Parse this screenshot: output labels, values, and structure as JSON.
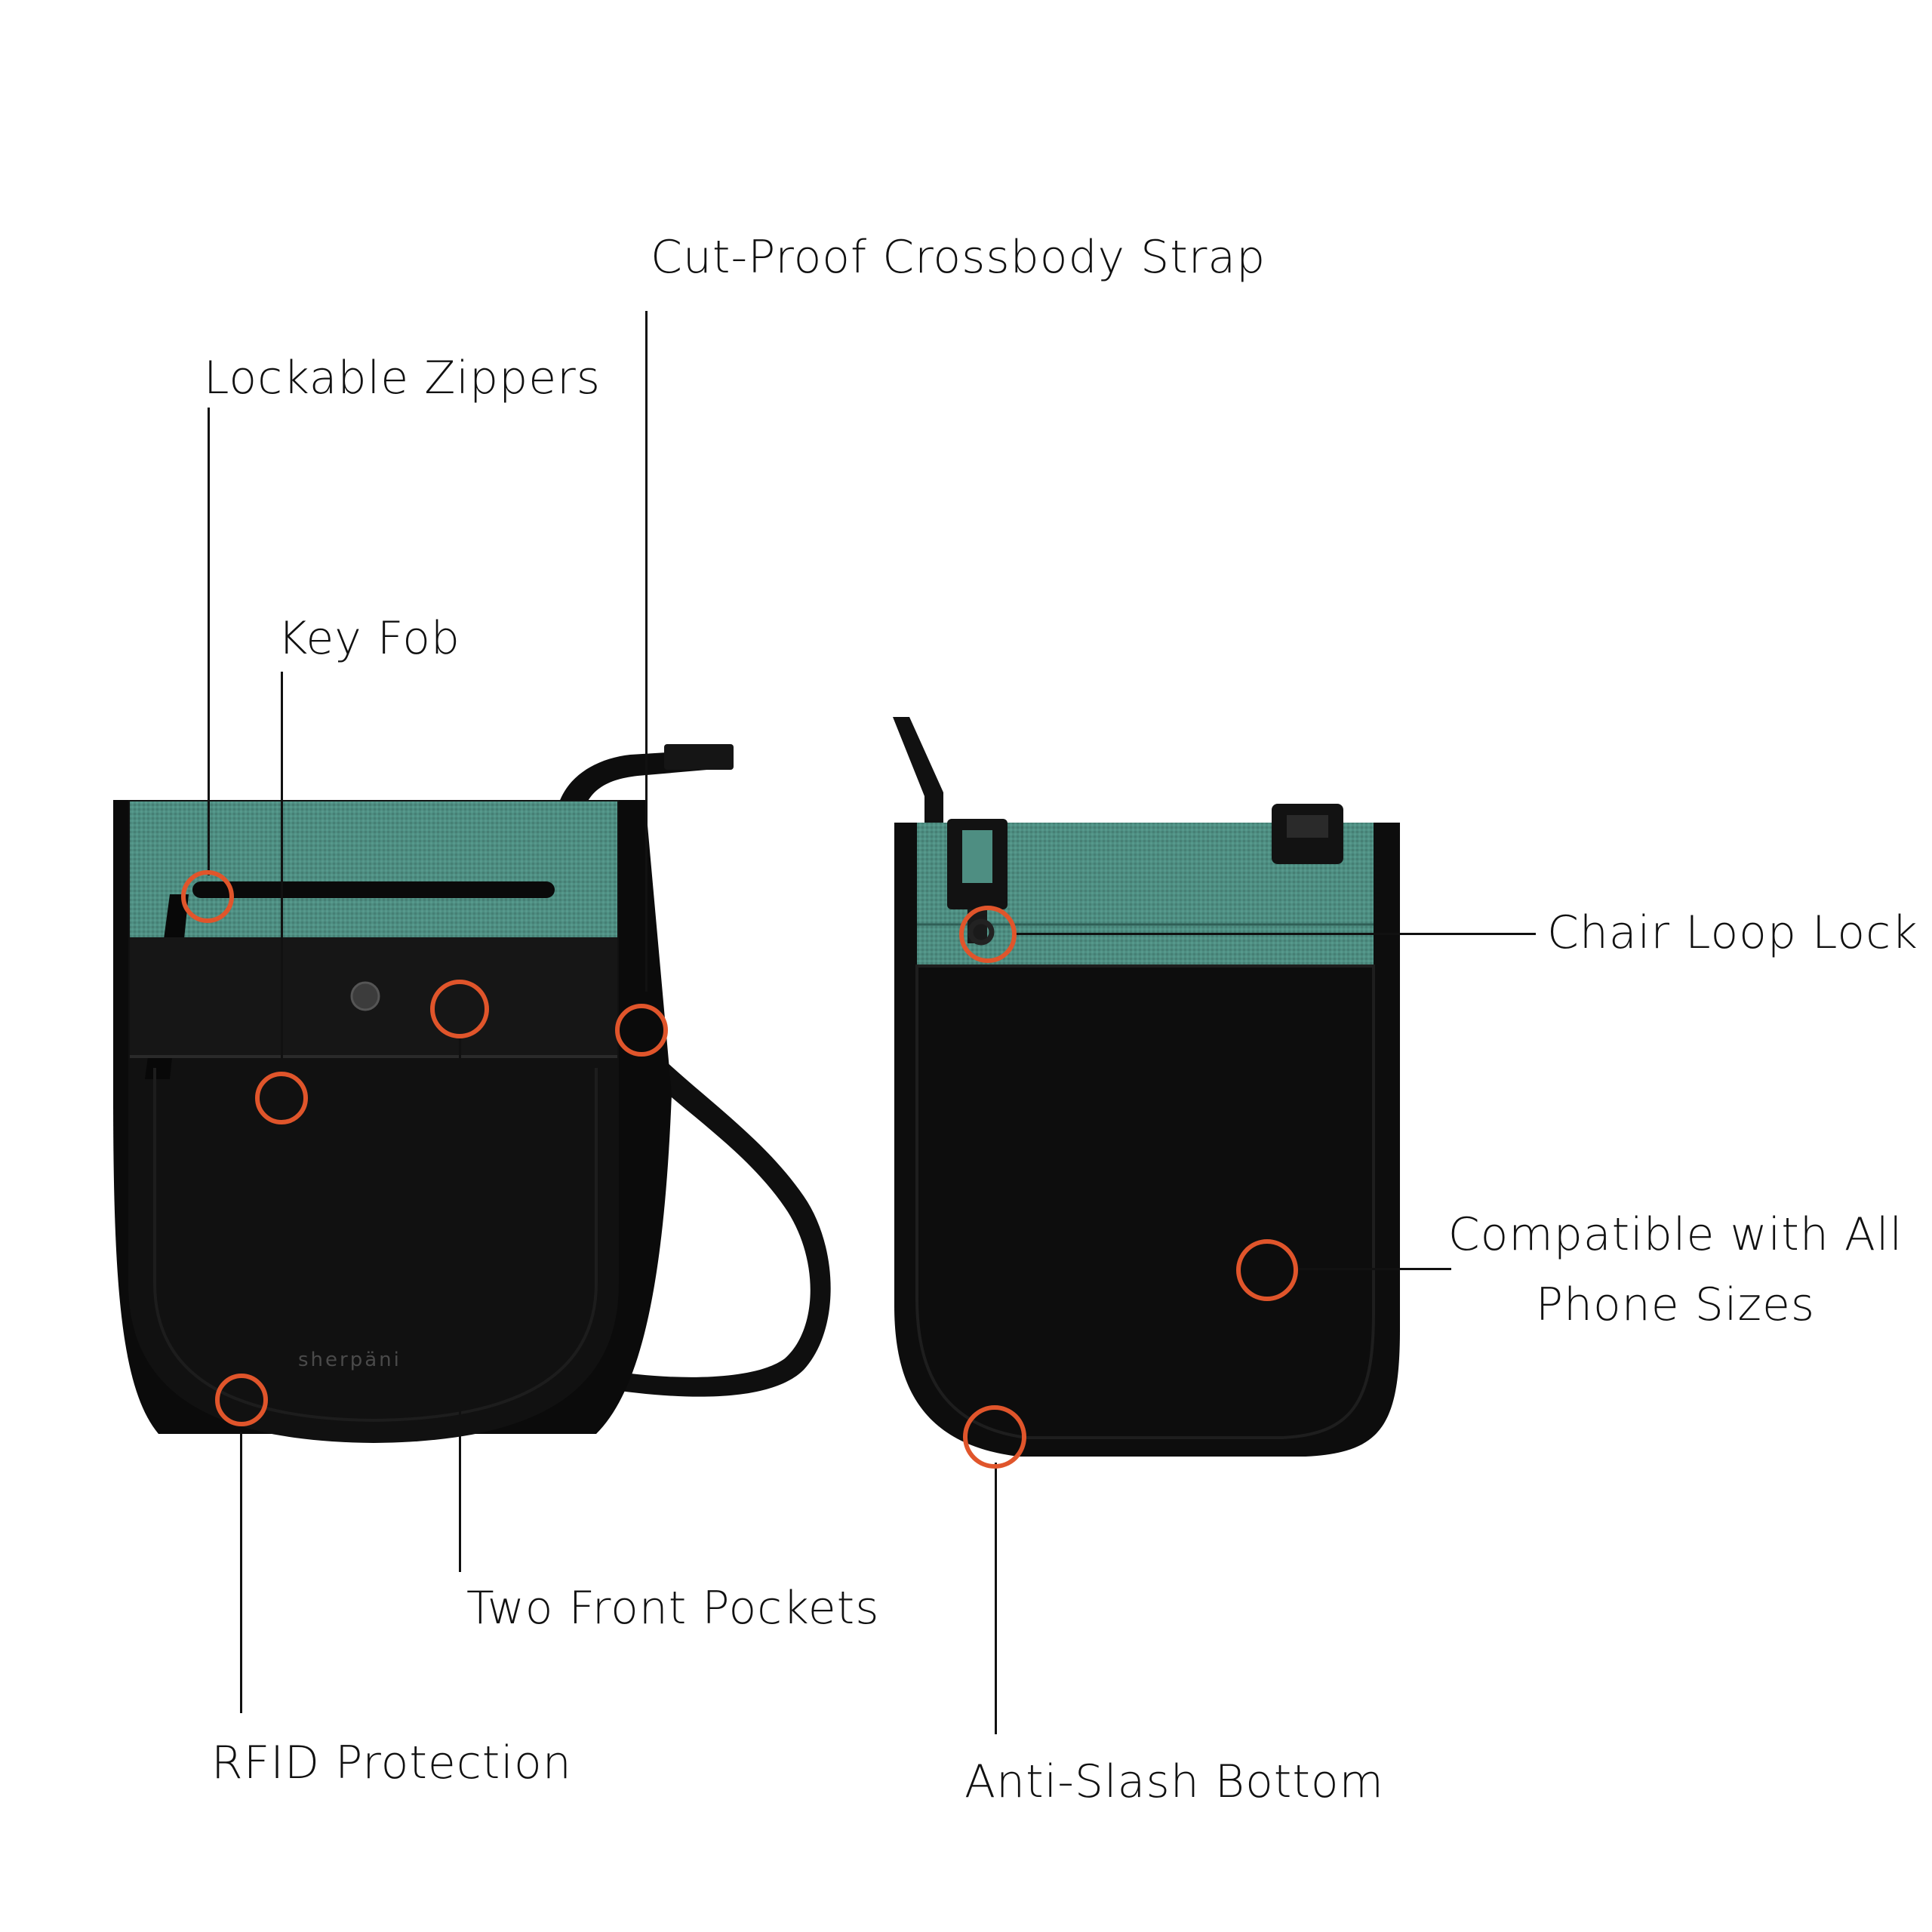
{
  "colors": {
    "background": "#ffffff",
    "text": "#111111",
    "marker": "#e0552b",
    "bag_teal": "#4e8e82",
    "bag_black": "#0b0b0b"
  },
  "bags": {
    "front": {
      "brand": "sherpäni"
    }
  },
  "labels": {
    "cut_proof_strap": "Cut-Proof Crossbody Strap",
    "lockable_zippers": "Lockable Zippers",
    "key_fob": "Key Fob",
    "chair_loop_lock": "Chair Loop Lock",
    "compatible_line1": "Compatible with All",
    "compatible_line2": "Phone Sizes",
    "two_front_pockets": "Two Front Pockets",
    "rfid_protection": "RFID Protection",
    "anti_slash_bottom": "Anti-Slash Bottom"
  }
}
